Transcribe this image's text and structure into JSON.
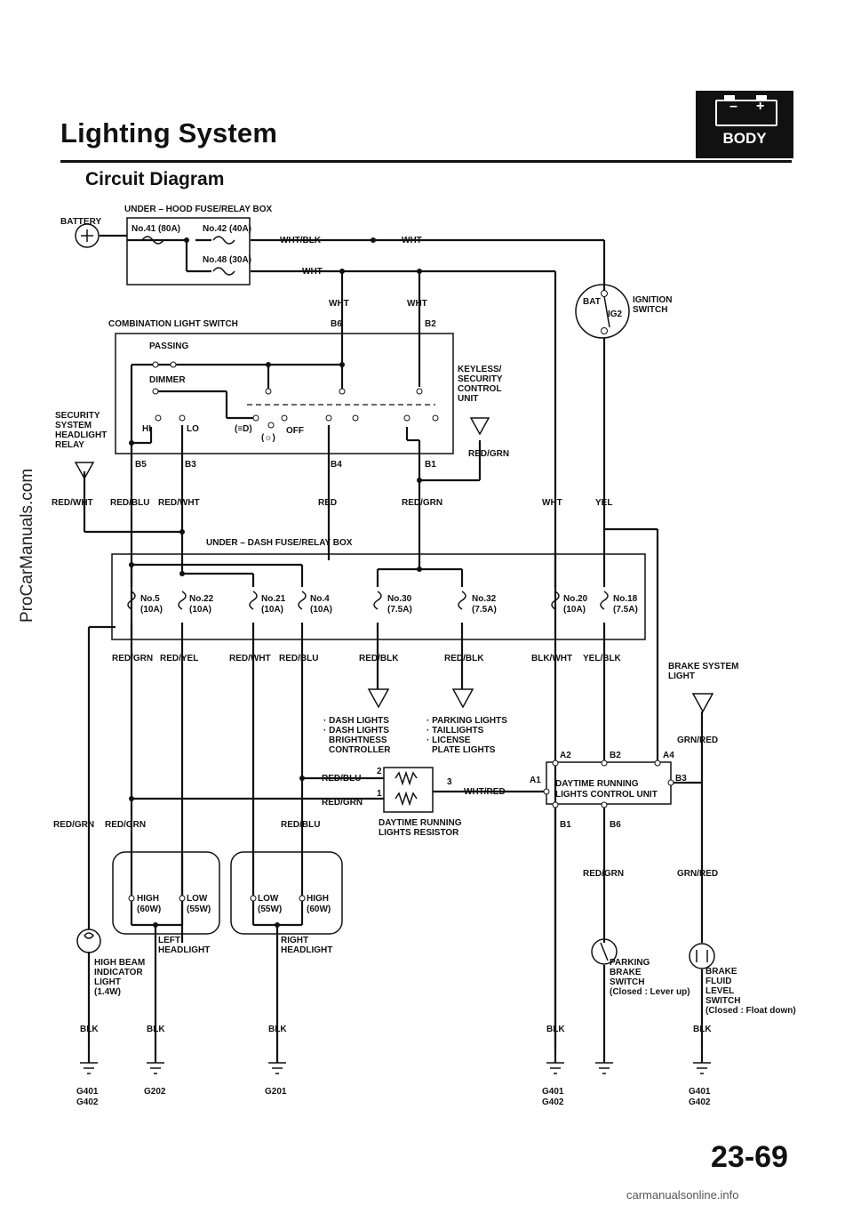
{
  "header": {
    "title": "Lighting System",
    "subtitle": "Circuit Diagram",
    "section_badge": "BODY",
    "minus": "–",
    "plus": "+"
  },
  "side_watermark": "ProCarManuals.com",
  "page_number": "23-69",
  "footer_watermark": "carmanualsonline.info",
  "labels": {
    "battery": "BATTERY",
    "under_hood_box": "UNDER – HOOD FUSE/RELAY BOX",
    "fuse41": "No.41 (80A)",
    "fuse42": "No.42 (40A)",
    "fuse48": "No.48 (30A)",
    "wht_blk": "WHT/BLK",
    "wht_top": "WHT",
    "wht_48": "WHT",
    "wht_b6": "WHT",
    "wht_b2": "WHT",
    "b6": "B6",
    "b2": "B2",
    "comb_switch": "COMBINATION LIGHT SWITCH",
    "passing": "PASSING",
    "dimmer": "DIMMER",
    "hi": "HI",
    "lo": "LO",
    "off": "OFF",
    "pos1": "(≡D)",
    "pos2": "(☼)",
    "b5": "B5",
    "b3": "B3",
    "b4": "B4",
    "b1": "B1",
    "security1": "SECURITY",
    "security2": "SYSTEM",
    "security3": "HEADLIGHT",
    "security4": "RELAY",
    "keyless1": "KEYLESS/",
    "keyless2": "SECURITY",
    "keyless3": "CONTROL",
    "keyless4": "UNIT",
    "red_grn_keyless": "RED/GRN",
    "bat": "BAT",
    "ig2": "IG2",
    "ignition1": "IGNITION",
    "ignition2": "SWITCH",
    "red_wht_1": "RED/WHT",
    "red_blu_1": "RED/BLU",
    "red_wht_2": "RED/WHT",
    "red_1": "RED",
    "red_grn_1": "RED/GRN",
    "wht_ign": "WHT",
    "yel": "YEL",
    "under_dash_box": "UNDER – DASH FUSE/RELAY BOX",
    "f5a": "No.5",
    "f5b": "(10A)",
    "f22a": "No.22",
    "f22b": "(10A)",
    "f21a": "No.21",
    "f21b": "(10A)",
    "f4a": "No.4",
    "f4b": "(10A)",
    "f30a": "No.30",
    "f30b": "(7.5A)",
    "f32a": "No.32",
    "f32b": "(7.5A)",
    "f20a": "No.20",
    "f20b": "(10A)",
    "f18a": "No.18",
    "f18b": "(7.5A)",
    "red_grn_2": "RED/GRN",
    "red_yel": "RED/YEL",
    "red_wht_3": "RED/WHT",
    "red_blu_2": "RED/BLU",
    "red_blk_1": "RED/BLK",
    "red_blk_2": "RED/BLK",
    "blk_wht": "BLK/WHT",
    "yel_blk": "YEL/BLK",
    "brake_light1": "BRAKE SYSTEM",
    "brake_light2": "LIGHT",
    "dash1": "· DASH LIGHTS",
    "dash2": "· DASH LIGHTS",
    "dash3": "BRIGHTNESS",
    "dash4": "CONTROLLER",
    "park1": "· PARKING LIGHTS",
    "park2": "· TAILLIGHTS",
    "park3": "· LICENSE",
    "park4": "PLATE LIGHTS",
    "grn_red_1": "GRN/RED",
    "red_blu_3": "RED/BLU",
    "red_grn_3": "RED/GRN",
    "t2": "2",
    "t1": "1",
    "t3": "3",
    "wht_red": "WHT/RED",
    "a1": "A1",
    "a2": "A2",
    "b2d": "B2",
    "a4": "A4",
    "b3d": "B3",
    "b1d": "B1",
    "b6d": "B6",
    "drl1": "DAYTIME RUNNING",
    "drl2": "LIGHTS CONTROL UNIT",
    "drlr1": "DAYTIME RUNNING",
    "drlr2": "LIGHTS RESISTOR",
    "red_grn_4": "RED/GRN",
    "red_grn_5": "RED/GRN",
    "red_blu_4": "RED/BLU",
    "red_grn_6": "RED/GRN",
    "grn_red_2": "GRN/RED",
    "lh_high1": "HIGH",
    "lh_high2": "(60W)",
    "lh_low1": "LOW",
    "lh_low2": "(55W)",
    "rh_low1": "LOW",
    "rh_low2": "(55W)",
    "rh_high1": "HIGH",
    "rh_high2": "(60W)",
    "left_hl1": "LEFT",
    "left_hl2": "HEADLIGHT",
    "right_hl1": "RIGHT",
    "right_hl2": "HEADLIGHT",
    "hbi1": "HIGH BEAM",
    "hbi2": "INDICATOR",
    "hbi3": "LIGHT",
    "hbi4": "(1.4W)",
    "pbs1": "PARKING",
    "pbs2": "BRAKE",
    "pbs3": "SWITCH",
    "pbs4": "(Closed : Lever up)",
    "bfl1": "BRAKE",
    "bfl2": "FLUID",
    "bfl3": "LEVEL",
    "bfl4": "SWITCH",
    "bfl5": "(Closed : Float down)",
    "blk1": "BLK",
    "blk2": "BLK",
    "blk3": "BLK",
    "blk4": "BLK",
    "blk5": "BLK",
    "g401a": "G401",
    "g402a": "G402",
    "g202": "G202",
    "g201": "G201",
    "g401b": "G401",
    "g402b": "G402",
    "g401c": "G401",
    "g402c": "G402"
  }
}
